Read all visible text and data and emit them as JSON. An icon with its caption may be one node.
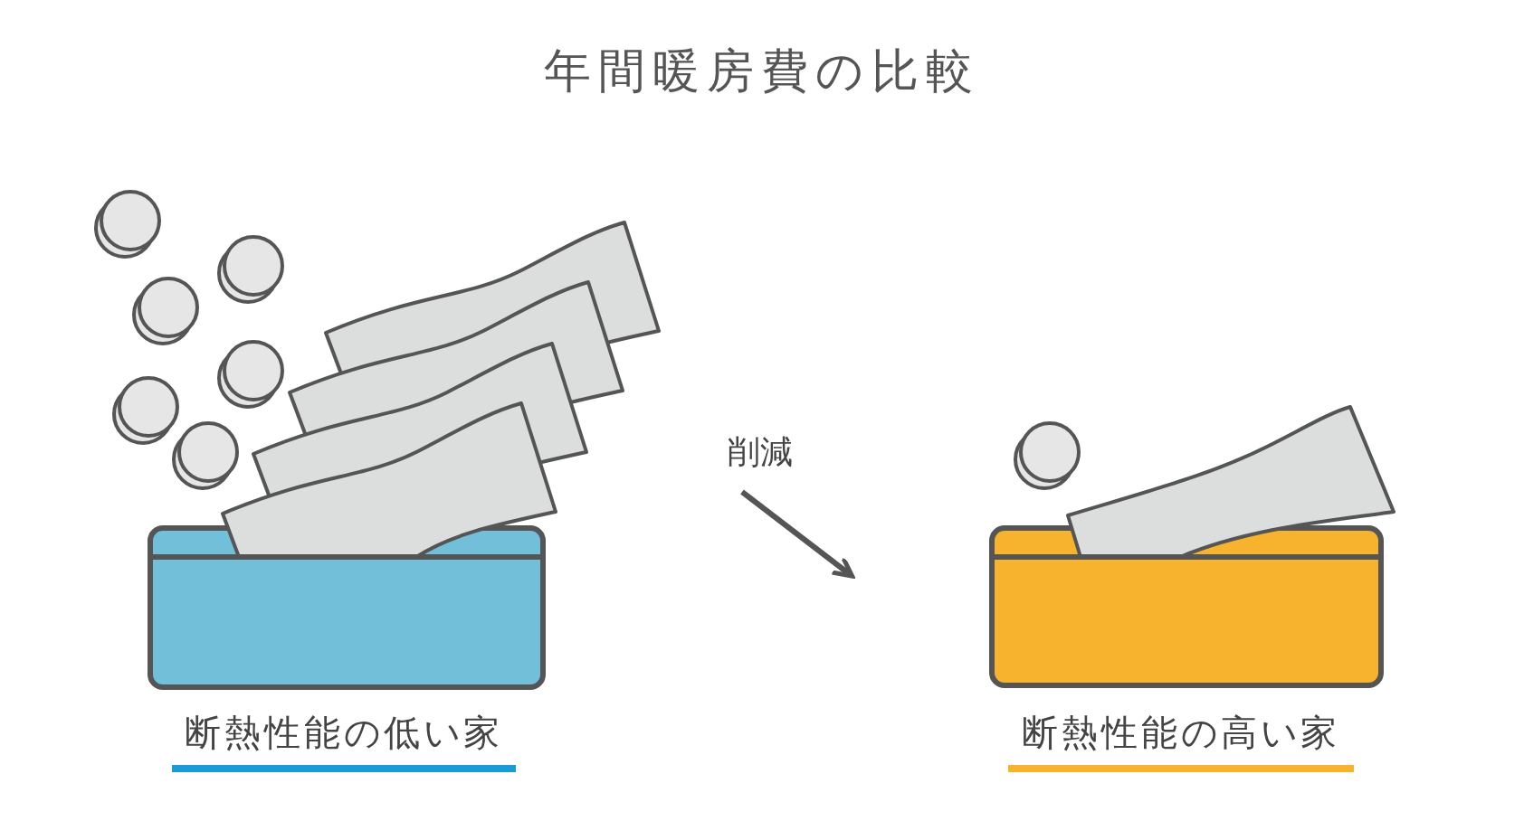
{
  "diagram": {
    "title": "年間暖房費の比較",
    "nodes": [
      {
        "text": [
          "断熱性能の低い家"
        ]
      },
      {
        "text": [
          "断熱性能の高い家"
        ]
      }
    ],
    "edges": [
      {
        "from": 0,
        "to": 1,
        "arrow": "to",
        "label": "削減"
      }
    ]
  }
}
